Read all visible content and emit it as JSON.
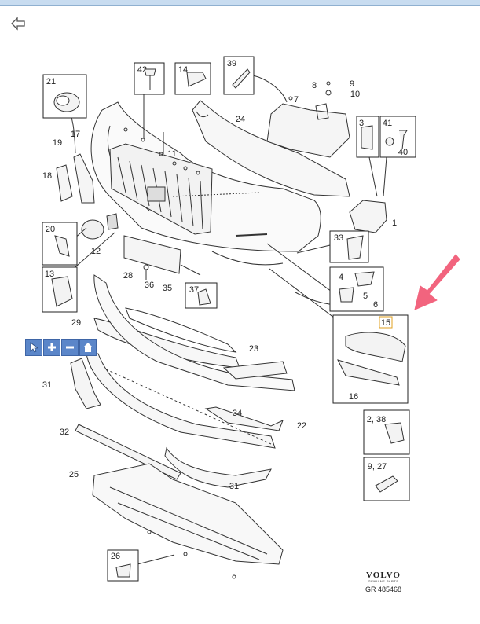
{
  "callouts": {
    "c1": "1",
    "c2_38": "2, 38",
    "c3": "3",
    "c4": "4",
    "c5": "5",
    "c6": "6",
    "c7": "7",
    "c8": "8",
    "c9": "9",
    "c9_27": "9, 27",
    "c10": "10",
    "c11": "11",
    "c12": "12",
    "c13": "13",
    "c14": "14",
    "c15": "15",
    "c16": "16",
    "c17": "17",
    "c18": "18",
    "c19": "19",
    "c20": "20",
    "c21": "21",
    "c22": "22",
    "c23": "23",
    "c24": "24",
    "c25": "25",
    "c26": "26",
    "c28": "28",
    "c29": "29",
    "c31a": "31",
    "c31b": "31",
    "c32": "32",
    "c33": "33",
    "c34": "34",
    "c35": "35",
    "c36": "36",
    "c37": "37",
    "c39": "39",
    "c40": "40",
    "c41": "41",
    "c42": "42"
  },
  "brand": {
    "logo": "VOLVO",
    "subtitle": "GENUINE PARTS",
    "diagram_number": "GR 485468"
  },
  "colors": {
    "highlight_arrow": "#f2647e",
    "zoom_button": "#5b86c9",
    "highlight_box": "#e0a020",
    "line": "#222222"
  },
  "icons": {
    "back": "back-arrow-icon",
    "select": "pointer-icon",
    "zoom_in": "plus-icon",
    "zoom_out": "minus-icon",
    "home": "home-icon"
  }
}
